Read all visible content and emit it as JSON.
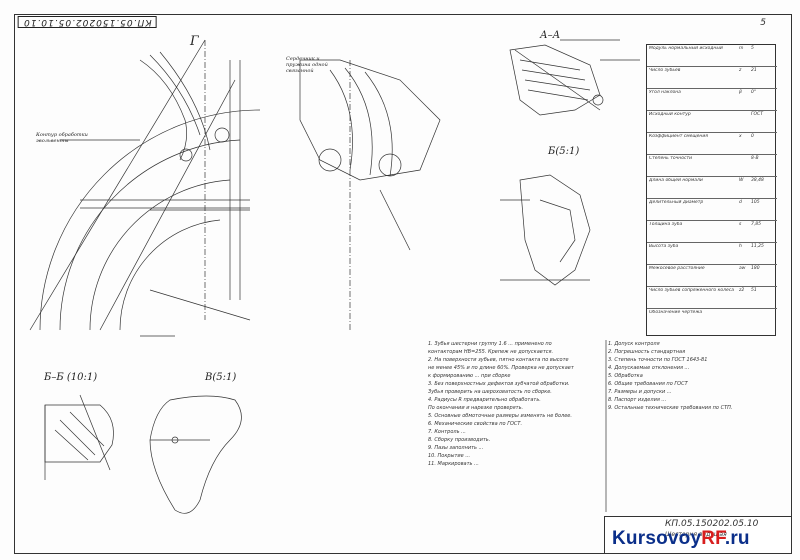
{
  "document": {
    "stamp_code": "КП.05.150202.05.10.10",
    "sheet_number": "5",
    "views": {
      "main": "Г",
      "section_aa": "А–А",
      "detail_b": "Б(5:1)",
      "section_bb": "Б–Б (10:1)",
      "detail_v": "В(5:1)"
    },
    "callouts": {
      "material_note": "Сердечник и пружина одной связанной",
      "profile_note": "Контур обработки эвольвенты"
    },
    "notes_left": [
      "1. Зубья шестерни группу 1.6 ... применено по",
      "   контакторам НВ=255. Крепеж не допускается.",
      "2. На поверхности зубьев, пятно контакта по высоте",
      "   не менее 45% и по длине 60%. Проверка не допускает",
      "   к формированию ... при сборке",
      "3. Без поверхностных дефектов зубчатой обработки.",
      "   Зубья проверить на шероховатость по сборке.",
      "4. Радиусы R предварительно обработать.",
      "   По окончании и нарезке проверять.",
      "5. Основные обмоточные размеры изменять не более.",
      "6. Механические свойства по ГОСТ. ",
      "7. Контроль ...",
      "8. Сборку производить.",
      "9. Пазы заполнить ...",
      "10. Покрытие ...",
      "11. Маркировать ..."
    ],
    "notes_right": [
      "1. Допуск контроля",
      "2. Погрешность стандартная",
      "3. Степень точности по ГОСТ 1643-81",
      "4. Допускаемые отклонения ...",
      "5. Обработка",
      "6. Общие требования по ГОСТ",
      "7. Размеры и допуски ...",
      "8. Паспорт изделия ...",
      "9. Остальные технические требования по СТП."
    ],
    "param_table": [
      {
        "label": "Модуль нормальный исходный",
        "sym": "m",
        "val": "5"
      },
      {
        "label": "Число зубьев",
        "sym": "z",
        "val": "21"
      },
      {
        "label": "Угол наклона",
        "sym": "β",
        "val": "0°"
      },
      {
        "label": "Исходный контур",
        "sym": "",
        "val": "ГОСТ"
      },
      {
        "label": "Коэффициент смещения",
        "sym": "x",
        "val": "0"
      },
      {
        "label": "Степень точности",
        "sym": "",
        "val": "8-B"
      },
      {
        "label": "Длина общей нормали",
        "sym": "W",
        "val": "38,48"
      },
      {
        "label": "Делительный диаметр",
        "sym": "d",
        "val": "105"
      },
      {
        "label": "Толщина зуба",
        "sym": "s",
        "val": "7,85"
      },
      {
        "label": "Высота зуба",
        "sym": "h",
        "val": "11,25"
      },
      {
        "label": "Межосевое расстояние",
        "sym": "aw",
        "val": "180"
      },
      {
        "label": "Число зубьев сопряженного колеса",
        "sym": "z2",
        "val": "51"
      },
      {
        "label": "Обозначение чертежа",
        "sym": "",
        "val": ""
      }
    ],
    "title_block": {
      "code": "КП.05.150202.05.10",
      "name": "Шестерня ведущая"
    },
    "watermark": {
      "main": "Kursovoy",
      "accent": "RF",
      "suffix": ".ru",
      "colors": {
        "main": "#0b2f8a",
        "accent": "#d81e1e"
      }
    }
  }
}
